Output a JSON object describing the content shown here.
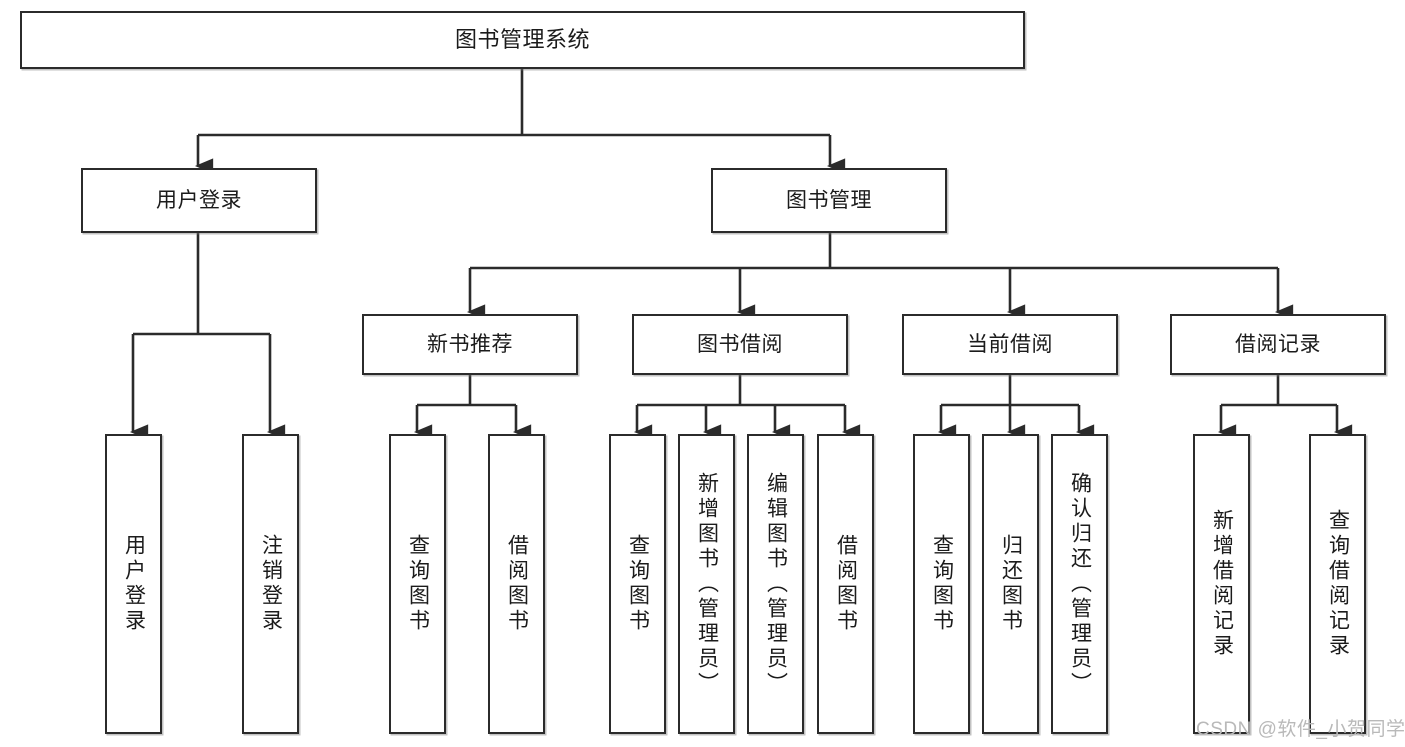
{
  "diagram": {
    "title": "图书管理系统",
    "type": "hierarchy-tree",
    "nodes": {
      "root": {
        "label": "图书管理系统"
      },
      "level2": [
        {
          "id": "user-login",
          "label": "用户登录"
        },
        {
          "id": "book-manage",
          "label": "图书管理"
        }
      ],
      "level3": [
        {
          "id": "new-book-recommend",
          "label": "新书推荐"
        },
        {
          "id": "book-borrow",
          "label": "图书借阅"
        },
        {
          "id": "current-borrow",
          "label": "当前借阅"
        },
        {
          "id": "borrow-record",
          "label": "借阅记录"
        }
      ],
      "leaves": [
        {
          "id": "leaf-user-login",
          "label": "用户登录",
          "parent": "user-login"
        },
        {
          "id": "leaf-user-logout",
          "label": "注销登录",
          "parent": "user-login"
        },
        {
          "id": "leaf-query-book-1",
          "label": "查询图书",
          "parent": "new-book-recommend"
        },
        {
          "id": "leaf-borrow-book-1",
          "label": "借阅图书",
          "parent": "new-book-recommend"
        },
        {
          "id": "leaf-query-book-2",
          "label": "查询图书",
          "parent": "book-borrow"
        },
        {
          "id": "leaf-add-book",
          "label": "新增图书（管理员）",
          "parent": "book-borrow"
        },
        {
          "id": "leaf-edit-book",
          "label": "编辑图书（管理员）",
          "parent": "book-borrow"
        },
        {
          "id": "leaf-borrow-book-2",
          "label": "借阅图书",
          "parent": "book-borrow"
        },
        {
          "id": "leaf-query-book-3",
          "label": "查询图书",
          "parent": "current-borrow"
        },
        {
          "id": "leaf-return-book",
          "label": "归还图书",
          "parent": "current-borrow"
        },
        {
          "id": "leaf-confirm-return",
          "label": "确认归还（管理员）",
          "parent": "current-borrow"
        },
        {
          "id": "leaf-add-record",
          "label": "新增借阅记录",
          "parent": "borrow-record"
        },
        {
          "id": "leaf-query-record",
          "label": "查询借阅记录",
          "parent": "borrow-record"
        }
      ]
    },
    "colors": {
      "border": "#2b2b2b",
      "text": "#1b1b1b",
      "background": "#ffffff",
      "watermark": "#b9b9b9"
    }
  },
  "watermark": {
    "text": "CSDN @软件_小贺同学"
  }
}
